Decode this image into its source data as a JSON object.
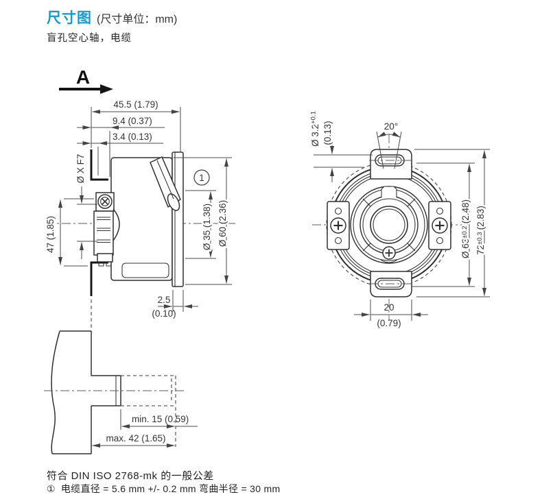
{
  "colors": {
    "accent_blue": "#0f9dd8",
    "line": "#2e2e2e"
  },
  "header": {
    "title": "尺寸图",
    "unit_note": "(尺寸单位：mm)",
    "subtitle": "盲孔空心轴，电缆"
  },
  "side_view": {
    "view_label": "A",
    "dim_depth": "45.5 (1.79)",
    "dim_cable_offset": "9.4 (0.37)",
    "dim_step": "3.4 (0.13)",
    "dim_shaft_bore": "Ø X F7",
    "dim_height": "47 (1.85)",
    "dim_dia_35": "Ø 35 (1.38)",
    "dim_dia_60": "Ø 60 (2.36)",
    "dim_flange_mm": "2.5",
    "dim_flange_inch": "(0.10)",
    "dim_min": "min. 15 (0.59)",
    "dim_max": "max. 42 (1.65)",
    "callout_marker": "1"
  },
  "front_view": {
    "dim_hole_main": "Ø 3.2",
    "dim_hole_tol": "+0.1",
    "dim_hole_inch": "(0.13)",
    "dim_angle": "20°",
    "dim_dia63_main": "Ø 63",
    "dim_dia63_tol": "±0.2",
    "dim_dia63_inch": "(2.48)",
    "dim_72_main": "72",
    "dim_72_tol": "±0.3",
    "dim_72_inch": "(2.83)",
    "dim_tab_mm": "20",
    "dim_tab_inch": "(0.79)"
  },
  "footer": {
    "tolerance_note": "符合 DIN ISO 2768-mk 的一般公差",
    "note1_marker": "①",
    "note1_text": "电缆直径 = 5.6 mm +/- 0.2 mm 弯曲半径 = 30 mm"
  }
}
